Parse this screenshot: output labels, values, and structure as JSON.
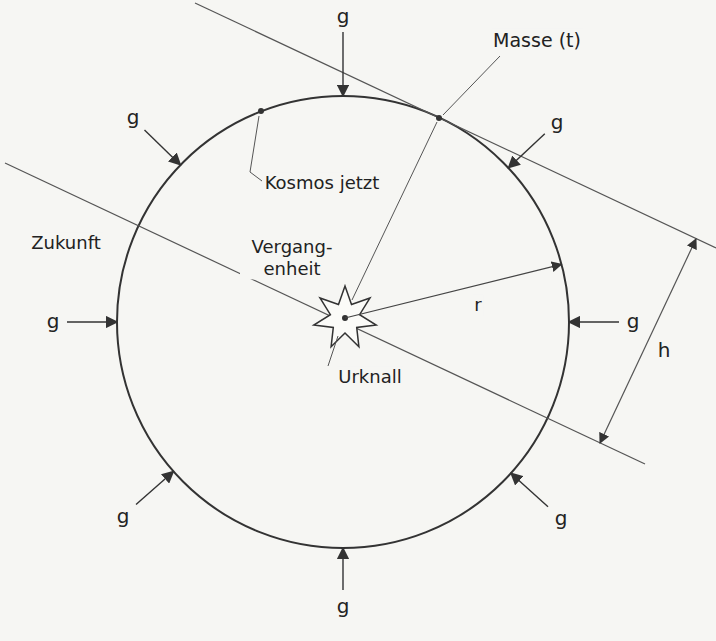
{
  "diagram": {
    "labels": [
      "g",
      "Masse (t)",
      "g",
      "g",
      "Kosmos jetzt",
      "Zukunft",
      "Vergang- enheit",
      "r",
      "g",
      "g",
      "Urknall",
      "h",
      "g",
      "g",
      "g"
    ]
  }
}
